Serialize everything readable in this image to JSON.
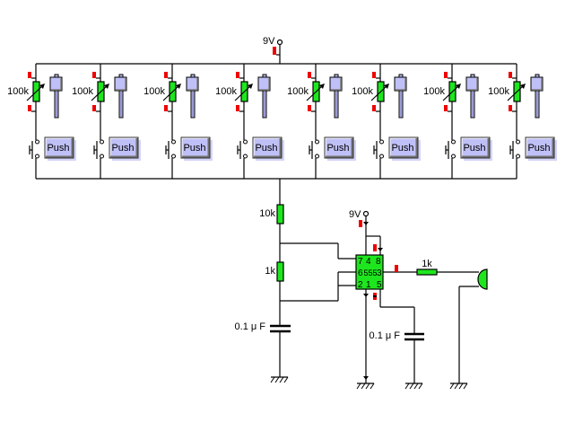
{
  "supply": {
    "main_label": "9V",
    "ic_label": "9V"
  },
  "keys": [
    {
      "pot_label": "100k",
      "button_label": "Push"
    },
    {
      "pot_label": "100k",
      "button_label": "Push"
    },
    {
      "pot_label": "100k",
      "button_label": "Push"
    },
    {
      "pot_label": "100k",
      "button_label": "Push"
    },
    {
      "pot_label": "100k",
      "button_label": "Push"
    },
    {
      "pot_label": "100k",
      "button_label": "Push"
    },
    {
      "pot_label": "100k",
      "button_label": "Push"
    },
    {
      "pot_label": "100k",
      "button_label": "Push"
    }
  ],
  "resistors": {
    "r_series": "10k",
    "r_timing": "1k",
    "r_output": "1k"
  },
  "capacitors": {
    "c_timing": "0.1 μ F",
    "c_control": "0.1 μ F"
  },
  "ic": {
    "name": "555",
    "pin_top_left": "7",
    "pin_top_mid": "4",
    "pin_top_right": "8",
    "pin_mid_left": "6",
    "pin_mid_right": "3",
    "pin_bot_left": "2",
    "pin_bot_mid": "1",
    "pin_bot_right": "5"
  },
  "colors": {
    "component_green": "#1ee61e",
    "probe_red": "#ee0000",
    "control_lavender": "#c0c0f8",
    "wire": "#000000"
  }
}
